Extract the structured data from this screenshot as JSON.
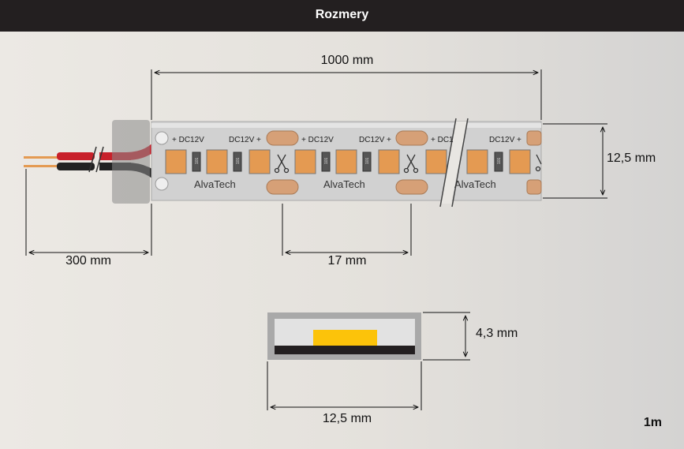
{
  "header": {
    "title": "Rozmery"
  },
  "dimensions": {
    "length": "1000 mm",
    "width": "12,5 mm",
    "cable": "300 mm",
    "cut_interval": "17 mm",
    "height": "4,3 mm",
    "section_width": "12,5 mm"
  },
  "strip": {
    "brand": "AlvaTech",
    "marking_plus": "+ DC12V",
    "marking_minus": "DC12V +",
    "marking_partial": "+ DC1",
    "resistor_code": "101"
  },
  "corner_label": "1m",
  "colors": {
    "header_bg": "#231f20",
    "strip": "#d1d1d1",
    "led": "#e49a52",
    "pad": "#d6a077",
    "led_chip": "#fcc30a",
    "wire_red": "#c8202a",
    "wire_black": "#222222"
  }
}
